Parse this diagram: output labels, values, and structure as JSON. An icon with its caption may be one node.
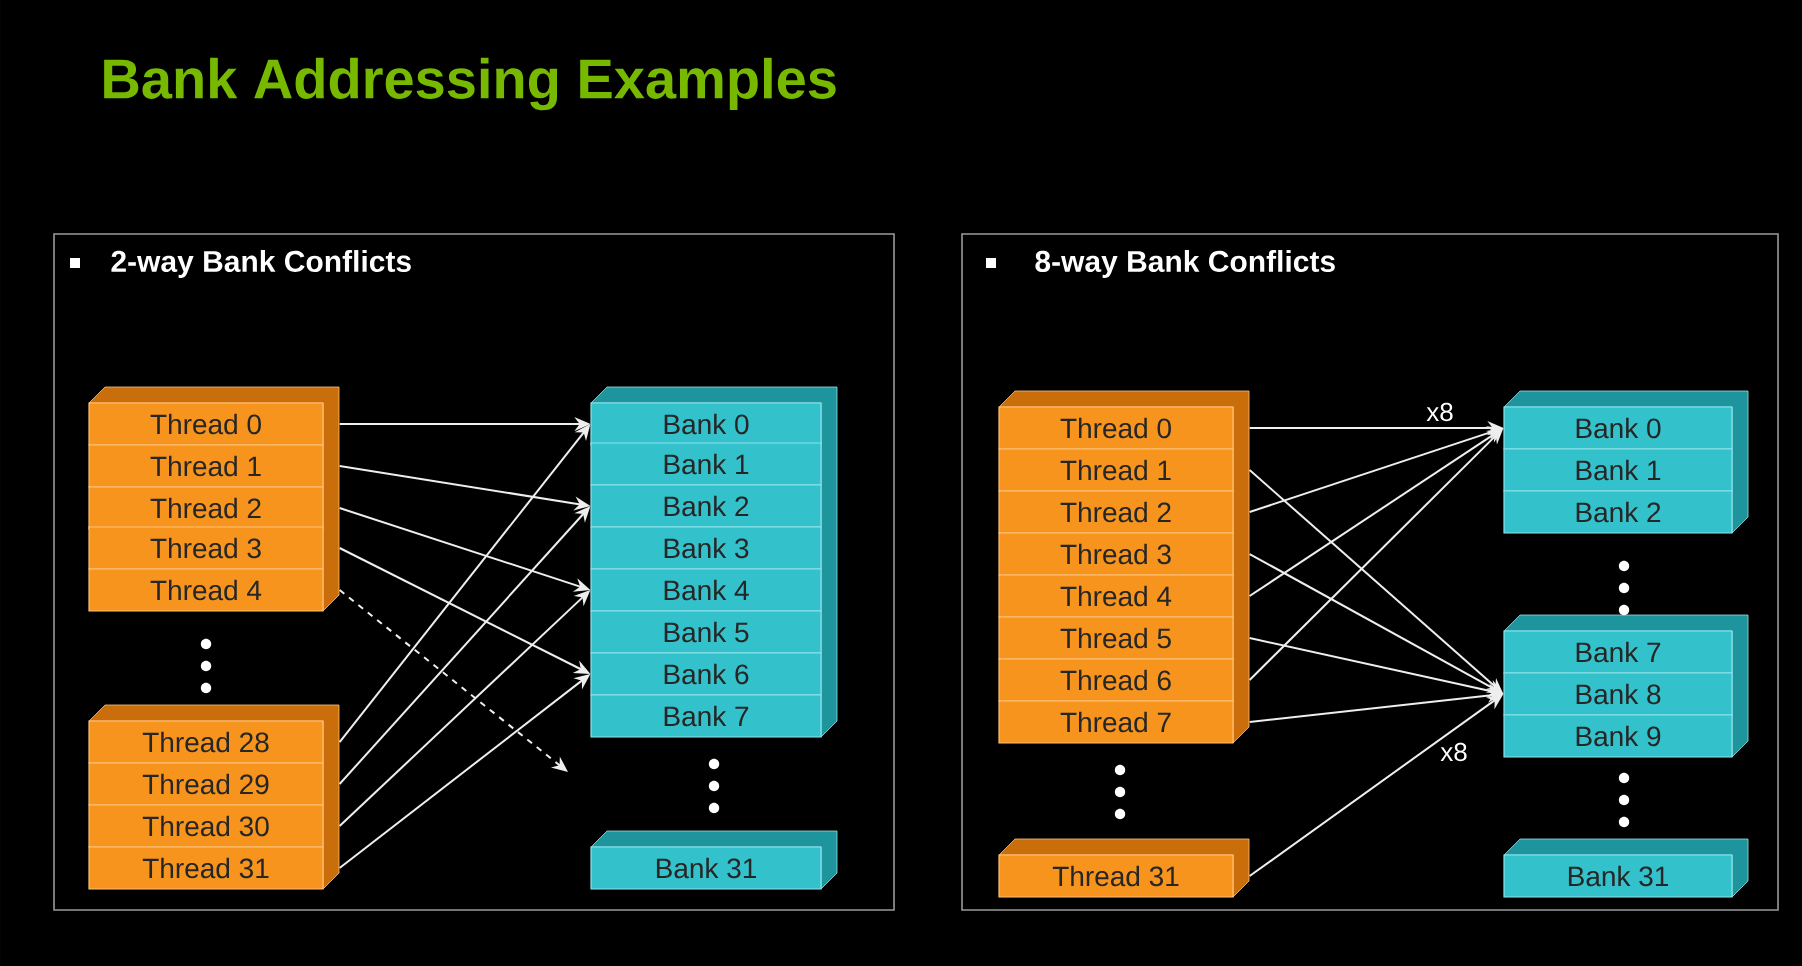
{
  "diagram": {
    "title": "Bank Addressing Examples",
    "nodes": [
      {
        "text": [
          "2-way Bank Conflicts"
        ]
      },
      {
        "text": [
          "Thread 0"
        ],
        "in": 0
      },
      {
        "text": [
          "Thread 1"
        ],
        "in": 0
      },
      {
        "text": [
          "Thread 2"
        ],
        "in": 0
      },
      {
        "text": [
          "Thread 3"
        ],
        "in": 0
      },
      {
        "text": [
          "Thread 4"
        ],
        "in": 0
      },
      {
        "text": [
          "Thread 28"
        ],
        "in": 0
      },
      {
        "text": [
          "Thread 29"
        ],
        "in": 0
      },
      {
        "text": [
          "Thread 30"
        ],
        "in": 0
      },
      {
        "text": [
          "Thread 31"
        ],
        "in": 0
      },
      {
        "text": [
          "Bank 0"
        ],
        "in": 0
      },
      {
        "text": [
          "Bank 1"
        ],
        "in": 0
      },
      {
        "text": [
          "Bank 2"
        ],
        "in": 0
      },
      {
        "text": [
          "Bank 3"
        ],
        "in": 0
      },
      {
        "text": [
          "Bank 4"
        ],
        "in": 0
      },
      {
        "text": [
          "Bank 5"
        ],
        "in": 0
      },
      {
        "text": [
          "Bank 6"
        ],
        "in": 0
      },
      {
        "text": [
          "Bank 7"
        ],
        "in": 0
      },
      {
        "text": [
          "Bank 31"
        ],
        "in": 0
      },
      {
        "text": [
          "8-way Bank Conflicts"
        ]
      },
      {
        "text": [
          "Thread 0"
        ],
        "in": 19
      },
      {
        "text": [
          "Thread 1"
        ],
        "in": 19
      },
      {
        "text": [
          "Thread 2"
        ],
        "in": 19
      },
      {
        "text": [
          "Thread 3"
        ],
        "in": 19
      },
      {
        "text": [
          "Thread 4"
        ],
        "in": 19
      },
      {
        "text": [
          "Thread 5"
        ],
        "in": 19
      },
      {
        "text": [
          "Thread 6"
        ],
        "in": 19
      },
      {
        "text": [
          "Thread 7"
        ],
        "in": 19
      },
      {
        "text": [
          "Thread 31"
        ],
        "in": 19
      },
      {
        "text": [
          "Bank 0"
        ],
        "in": 19
      },
      {
        "text": [
          "Bank 1"
        ],
        "in": 19
      },
      {
        "text": [
          "Bank 2"
        ],
        "in": 19
      },
      {
        "text": [
          "Bank 7"
        ],
        "in": 19
      },
      {
        "text": [
          "Bank 8"
        ],
        "in": 19
      },
      {
        "text": [
          "Bank 9"
        ],
        "in": 19
      },
      {
        "text": [
          "Bank 31"
        ],
        "in": 19
      }
    ],
    "edges": [
      {
        "from": 1,
        "to": 10,
        "arrow": "to"
      },
      {
        "from": 2,
        "to": 12,
        "arrow": "to"
      },
      {
        "from": 3,
        "to": 14,
        "arrow": "to"
      },
      {
        "from": 4,
        "to": 16,
        "arrow": "to"
      },
      {
        "from": 5,
        "to": null,
        "arrow": "to",
        "style": "dashed"
      },
      {
        "from": 6,
        "to": 10,
        "arrow": "to"
      },
      {
        "from": 7,
        "to": 12,
        "arrow": "to"
      },
      {
        "from": 8,
        "to": 14,
        "arrow": "to"
      },
      {
        "from": 9,
        "to": 16,
        "arrow": "to"
      },
      {
        "from": 20,
        "to": 29,
        "arrow": "to"
      },
      {
        "from": 22,
        "to": 29,
        "arrow": "to"
      },
      {
        "from": 24,
        "to": 29,
        "arrow": "to"
      },
      {
        "from": 26,
        "to": 29,
        "arrow": "to"
      },
      {
        "from": 21,
        "to": 33,
        "arrow": "to"
      },
      {
        "from": 23,
        "to": 33,
        "arrow": "to"
      },
      {
        "from": 25,
        "to": 33,
        "arrow": "to"
      },
      {
        "from": 27,
        "to": 33,
        "arrow": "to"
      },
      {
        "from": 28,
        "to": 33,
        "arrow": "to"
      }
    ],
    "labels": [
      "x8",
      "x8"
    ]
  }
}
